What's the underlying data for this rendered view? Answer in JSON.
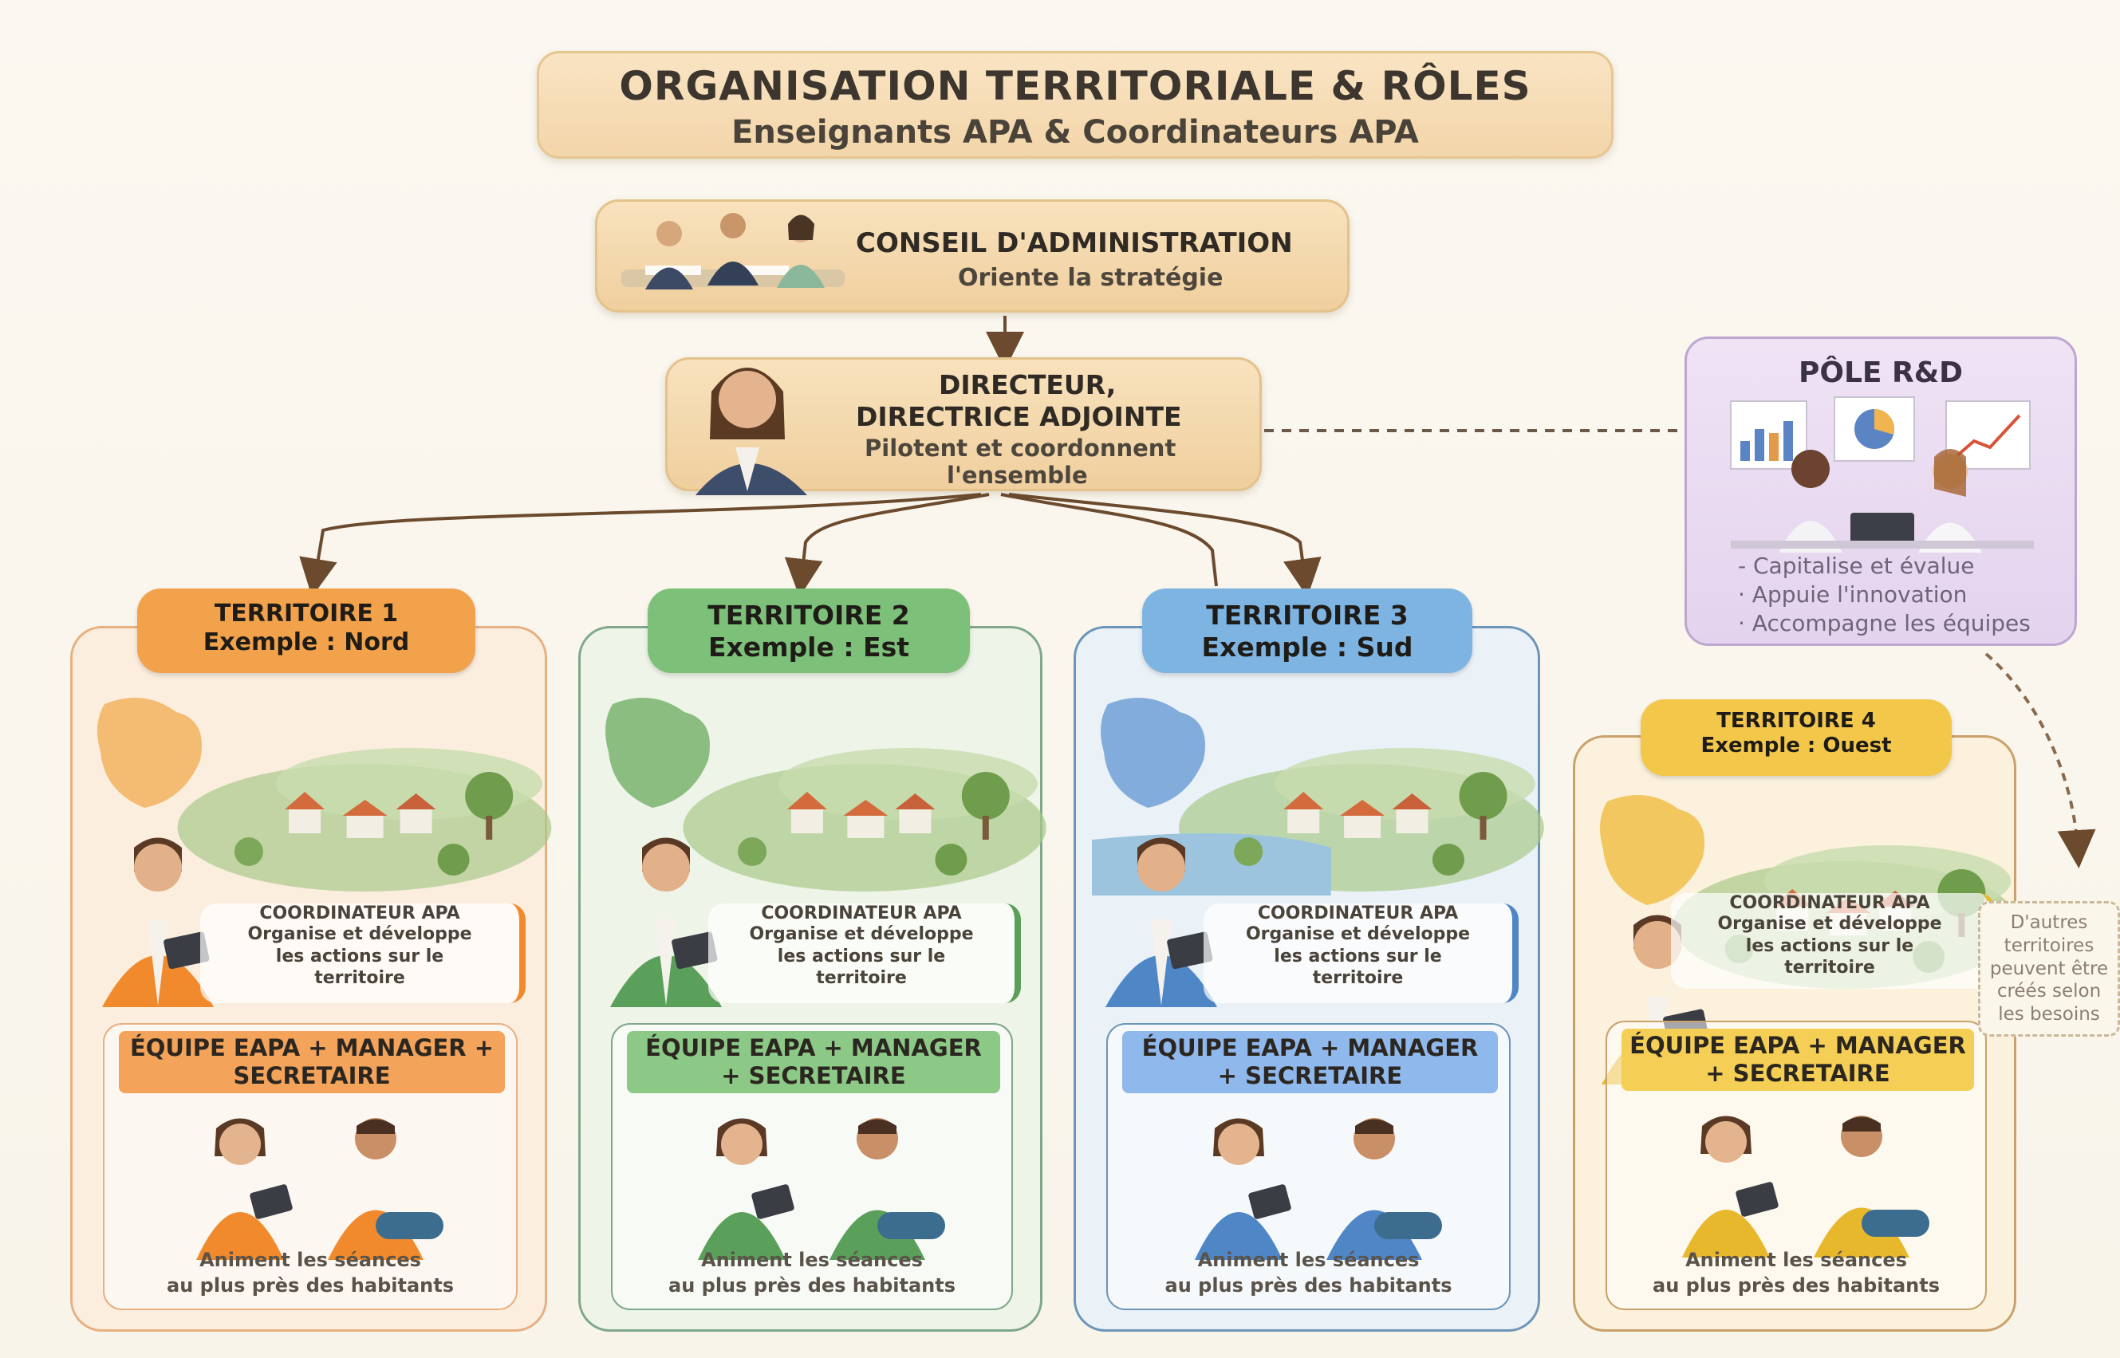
{
  "header": {
    "title": "ORGANISATION TERRITORIALE & RÔLES",
    "subtitle": "Enseignants APA & Coordinateurs APA"
  },
  "conseil": {
    "title": "CONSEIL D'ADMINISTRATION",
    "desc": "Oriente la stratégie"
  },
  "direction": {
    "title_line1": "DIRECTEUR,",
    "title_line2": "DIRECTRICE ADJOINTE",
    "desc_line1": "Pilotent et coordonnent",
    "desc_line2": "l'ensemble"
  },
  "pole_rd": {
    "title": "PÔLE R&D",
    "items": [
      "- Capitalise et évalue",
      "· Appuie l'innovation",
      "· Accompagne les équipes"
    ]
  },
  "territories": [
    {
      "tab_line1": "TERRITOIRE 1",
      "tab_line2": "Exemple : Nord",
      "coord_title": "COORDINATEUR APA",
      "coord_desc": [
        "Organise et développe",
        "les actions sur le",
        "territoire"
      ],
      "team_line1": "ÉQUIPE EAPA + MANAGER +",
      "team_line2": "SECRETAIRE",
      "anim_line1": "Animent les séances",
      "anim_line2": "au plus près des habitants",
      "accent": "#f08a2c",
      "tab_color": "#f2a24b",
      "banner_color": "#f3a35a",
      "fill": "#fbeedf",
      "border": "#e7b081",
      "map_color": "#f2b35f"
    },
    {
      "tab_line1": "TERRITOIRE 2",
      "tab_line2": "Exemple : Est",
      "coord_title": "COORDINATEUR APA",
      "coord_desc": [
        "Organise et développe",
        "les actions sur le",
        "territoire"
      ],
      "team_line1": "ÉQUIPE EAPA + MANAGER",
      "team_line2": "+ SECRETAIRE",
      "anim_line1": "Animent les séances",
      "anim_line2": "au plus près des habitants",
      "accent": "#5aa05a",
      "tab_color": "#7cc07a",
      "banner_color": "#8cc987",
      "fill": "#eef4e8",
      "border": "#7fa88a",
      "map_color": "#79b36f"
    },
    {
      "tab_line1": "TERRITOIRE 3",
      "tab_line2": "Exemple : Sud",
      "coord_title": "COORDINATEUR APA",
      "coord_desc": [
        "Organise et développe",
        "les actions sur le",
        "territoire"
      ],
      "team_line1": "ÉQUIPE EAPA + MANAGER",
      "team_line2": "+ SECRETAIRE",
      "anim_line1": "Animent les séances",
      "anim_line2": "au plus près des habitants",
      "accent": "#4f86c6",
      "tab_color": "#7eb4e2",
      "banner_color": "#8fb8ec",
      "fill": "#eaf1f7",
      "border": "#6c95b8",
      "map_color": "#6ea0d6"
    },
    {
      "tab_line1": "TERRITOIRE 4",
      "tab_line2": "Exemple : Ouest",
      "coord_title": "COORDINATEUR APA",
      "coord_desc": [
        "Organise et développe",
        "les actions sur le",
        "territoire"
      ],
      "team_line1": "ÉQUIPE EAPA + MANAGER",
      "team_line2": "+ SECRETAIRE",
      "anim_line1": "Animent les séances",
      "anim_line2": "au plus près des habitants",
      "accent": "#e8b82c",
      "tab_color": "#f3c74a",
      "banner_color": "#f5cf55",
      "fill": "#fbf1dc",
      "border": "#caa16a",
      "map_color": "#f0c04a"
    }
  ],
  "note": {
    "lines": [
      "D'autres",
      "territoires",
      "peuvent être",
      "créés selon",
      "les besoins"
    ]
  }
}
